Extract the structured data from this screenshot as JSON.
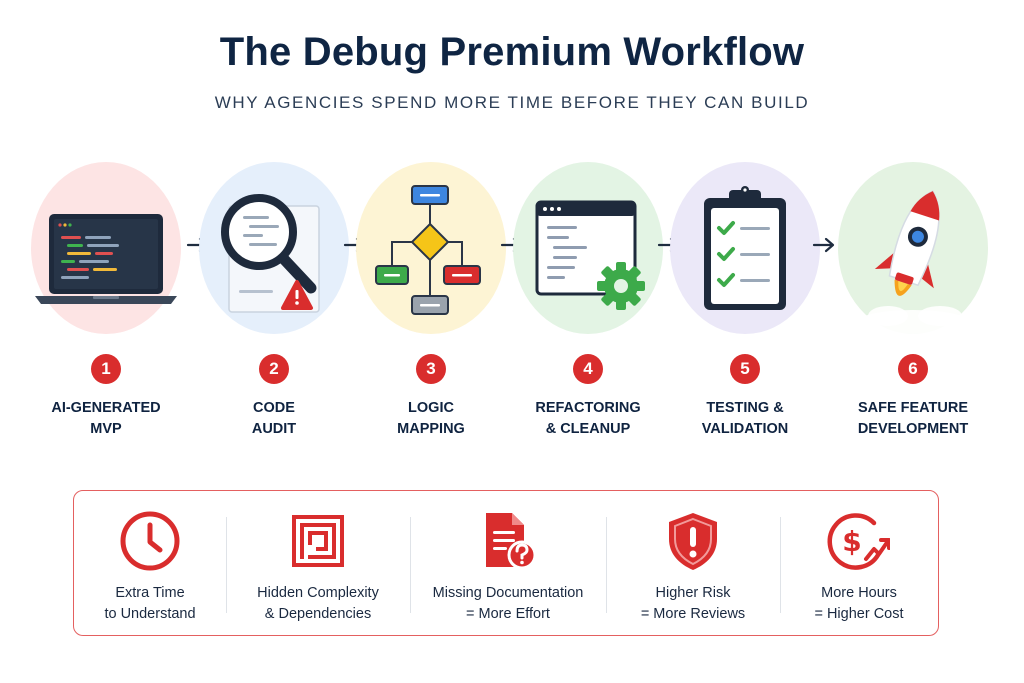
{
  "title": "The Debug Premium Workflow",
  "subtitle": "WHY AGENCIES SPEND MORE TIME BEFORE THEY CAN BUILD",
  "steps": [
    {
      "num": "1",
      "line1": "AI-GENERATED",
      "line2": "MVP",
      "icon": "laptop-code-icon",
      "bg": "#fde4e4"
    },
    {
      "num": "2",
      "line1": "CODE",
      "line2": "AUDIT",
      "icon": "magnifier-warning-icon",
      "bg": "#e5effb"
    },
    {
      "num": "3",
      "line1": "LOGIC",
      "line2": "MAPPING",
      "icon": "flowchart-icon",
      "bg": "#fdf4d4"
    },
    {
      "num": "4",
      "line1": "REFACTORING",
      "line2": "& CLEANUP",
      "icon": "code-window-gear-icon",
      "bg": "#e3f4e4"
    },
    {
      "num": "5",
      "line1": "TESTING &",
      "line2": "VALIDATION",
      "icon": "clipboard-checklist-icon",
      "bg": "#ebe8f8"
    },
    {
      "num": "6",
      "line1": "SAFE FEATURE",
      "line2": "DEVELOPMENT",
      "icon": "rocket-icon",
      "bg": "#e4f3e2"
    }
  ],
  "factors": [
    {
      "line1": "Extra Time",
      "line2": "to Understand",
      "icon": "clock-icon"
    },
    {
      "line1": "Hidden Complexity",
      "line2": "& Dependencies",
      "icon": "maze-icon"
    },
    {
      "line1": "Missing Documentation",
      "line2": "= More Effort",
      "icon": "document-question-icon"
    },
    {
      "line1": "Higher Risk",
      "line2": "= More Reviews",
      "icon": "shield-alert-icon"
    },
    {
      "line1": "More Hours",
      "line2": "= Higher Cost",
      "icon": "dollar-trend-icon"
    }
  ],
  "colors": {
    "accent": "#d92d2d",
    "navy": "#0f2543",
    "green": "#3daa4a",
    "yellow": "#f5c518"
  }
}
